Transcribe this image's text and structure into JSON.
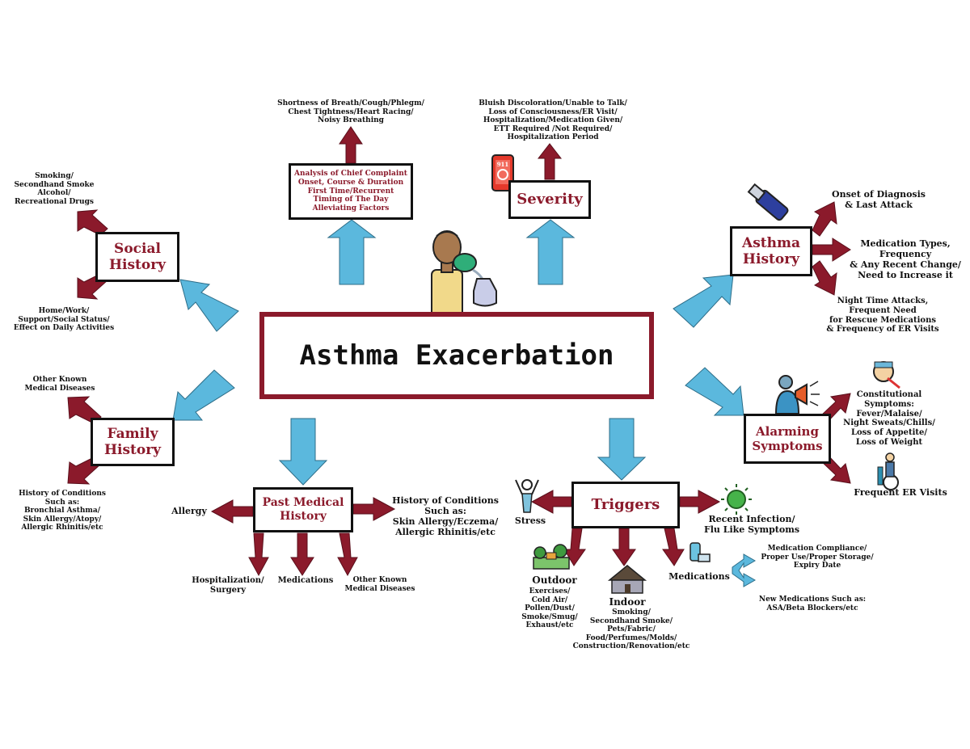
{
  "title": "Asthma Exacerbation",
  "colors": {
    "accent": "#8b1a2b",
    "arrow_blue": "#5bb8dd",
    "arrow_red": "#8b1a2b"
  },
  "nodes": {
    "social_history": "Social\nHistory",
    "chief_complaint": "Analysis of Chief Complaint\nOnset, Course & Duration\nFirst Time/Recurrent\nTiming of The Day\nAlleviating Factors",
    "severity": "Severity",
    "asthma_history": "Asthma\nHistory",
    "family_history": "Family\nHistory",
    "past_medical_history": "Past Medical\nHistory",
    "triggers": "Triggers",
    "alarming_symptoms": "Alarming\nSymptoms"
  },
  "labels": {
    "chief_complaint_top": "Shortness of Breath/Cough/Phlegm/\nChest Tightness/Heart Racing/\nNoisy Breathing",
    "severity_top": "Bluish Discoloration/Unable to Talk/\nLoss of Consciousness/ER Visit/\nHospitalization/Medication Given/\nETT Required /Not Required/\nHospitalization Period",
    "social_top": "Smoking/\nSecondhand Smoke\nAlcohol/\nRecreational Drugs",
    "social_bottom": "Home/Work/\nSupport/Social Status/\nEffect on Daily Activities",
    "asthma_onset": "Onset of Diagnosis\n& Last Attack",
    "asthma_meds": "Medication Types,\nFrequency\n& Any Recent Change/\nNeed to Increase it",
    "asthma_night": "Night Time Attacks,\nFrequent Need\nfor Rescue Medications\n& Frequency of ER Visits",
    "family_top": "Other Known\nMedical Diseases",
    "family_bottom": "History of Conditions\nSuch as:\nBronchial Asthma/\nSkin Allergy/Atopy/\nAllergic Rhinitis/etc",
    "pmh_allergy": "Allergy",
    "pmh_conditions": "History of Conditions\nSuch as:\nSkin Allergy/Eczema/\nAllergic Rhinitis/etc",
    "pmh_hosp": "Hospitalization/\nSurgery",
    "pmh_meds": "Medications",
    "pmh_other": "Other Known\nMedical Diseases",
    "alarm_constitutional": "Constitutional\nSymptoms:\nFever/Malaise/\nNight Sweats/Chills/\nLoss of Appetite/\nLoss of Weight",
    "alarm_er": "Frequent ER Visits",
    "trig_stress": "Stress",
    "trig_infection": "Recent Infection/\nFlu Like Symptoms",
    "trig_outdoor_title": "Outdoor",
    "trig_outdoor": "Exercises/\nCold Air/\nPollen/Dust/\nSmoke/Smug/\nExhaust/etc",
    "trig_indoor_title": "Indoor",
    "trig_indoor": "Smoking/\nSecondhand Smoke/\nPets/Fabric/\nFood/Perfumes/Molds/\nConstruction/Renovation/etc",
    "trig_medications": "Medications",
    "trig_med_compliance": "Medication Compliance/\nProper Use/Proper Storage/\nExpiry Date",
    "trig_new_meds": "New Medications Such as:\nASA/Beta Blockers/etc",
    "phone_911": "911"
  }
}
